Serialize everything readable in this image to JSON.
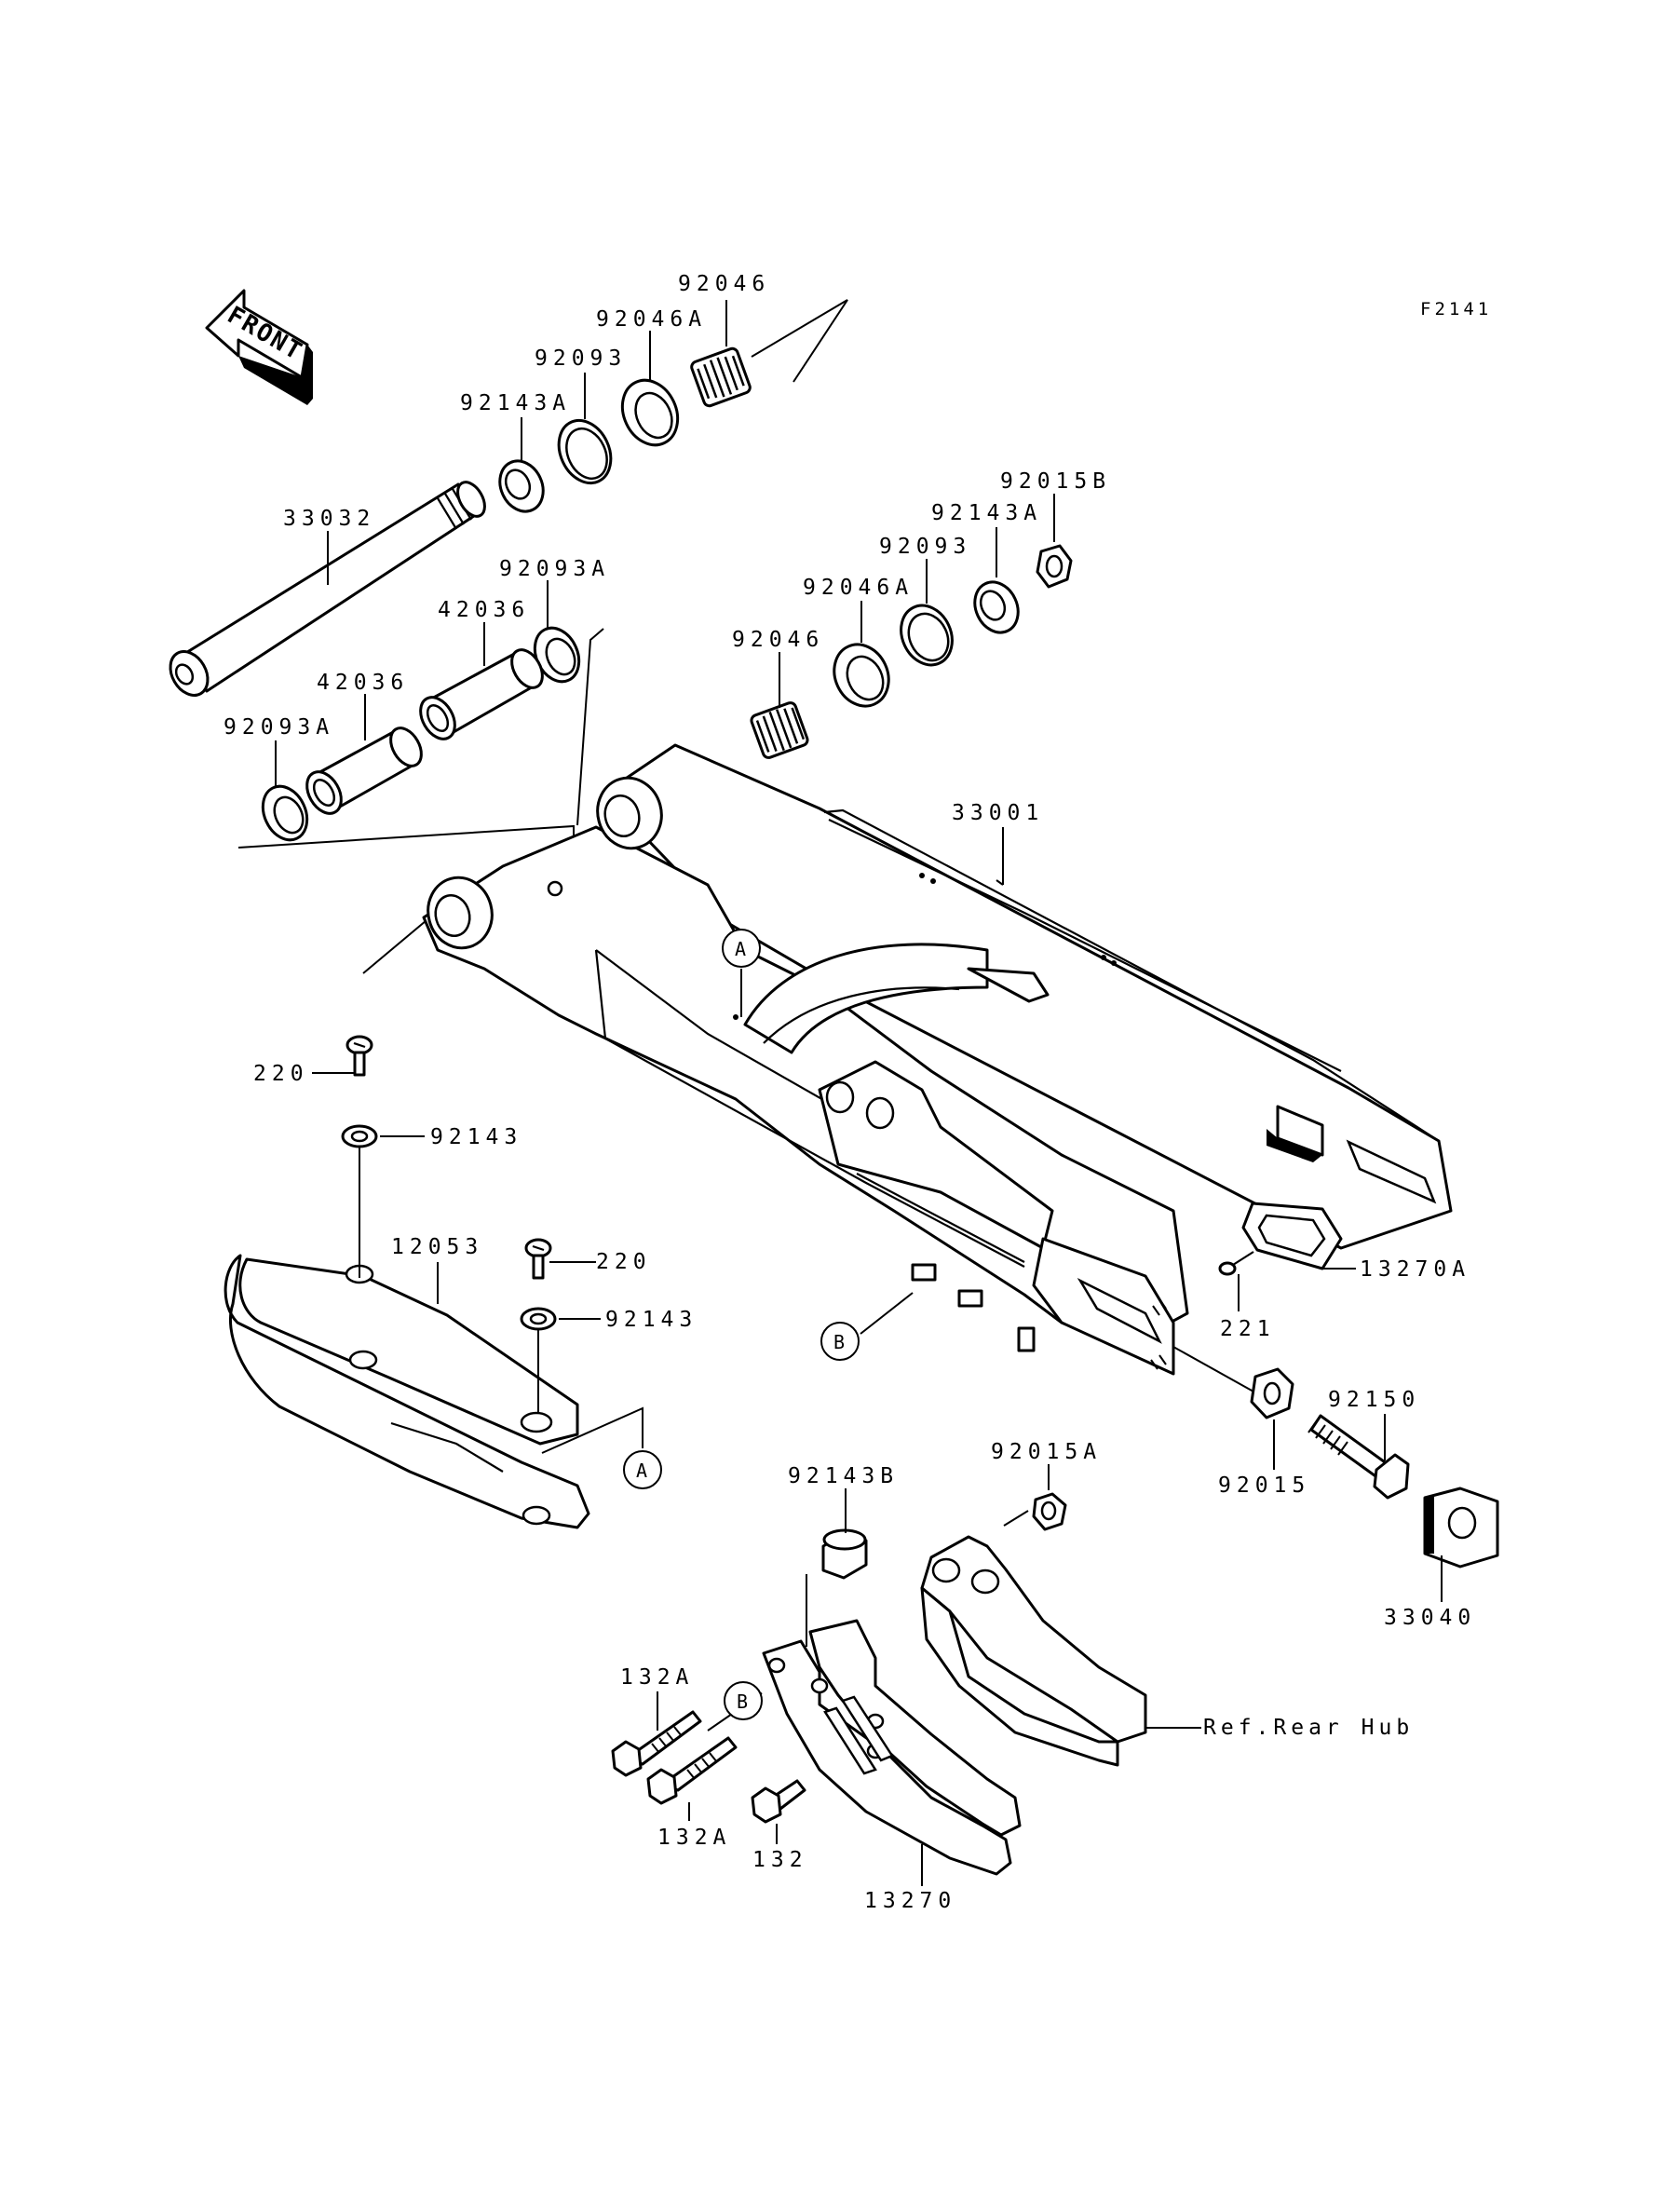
{
  "figure_code": "F2141",
  "front_arrow": {
    "text": "FRONT"
  },
  "ref_label": "Ref.Rear Hub",
  "callout_markers": {
    "a": "A",
    "b": "B"
  },
  "part_labels": {
    "p92046_top": "92046",
    "p92046A_top": "92046A",
    "p92093_top": "92093",
    "p92143A_top": "92143A",
    "p33032": "33032",
    "p92093A_mid": "92093A",
    "p42036_right": "42036",
    "p42036_left": "42036",
    "p92093A_left": "92093A",
    "p92015B": "92015B",
    "p92143A_right": "92143A",
    "p92093_right": "92093",
    "p92046A_right": "92046A",
    "p92046_right": "92046",
    "p33001": "33001",
    "p220_a": "220",
    "p92143_a": "92143",
    "p12053": "12053",
    "p220_b": "220",
    "p92143_b": "92143",
    "p13270A": "13270A",
    "p221": "221",
    "p92150": "92150",
    "p92015": "92015",
    "p33040": "33040",
    "p92015A": "92015A",
    "p92143B": "92143B",
    "p132A_a": "132A",
    "p132A_b": "132A",
    "p132": "132",
    "p13270": "13270"
  }
}
